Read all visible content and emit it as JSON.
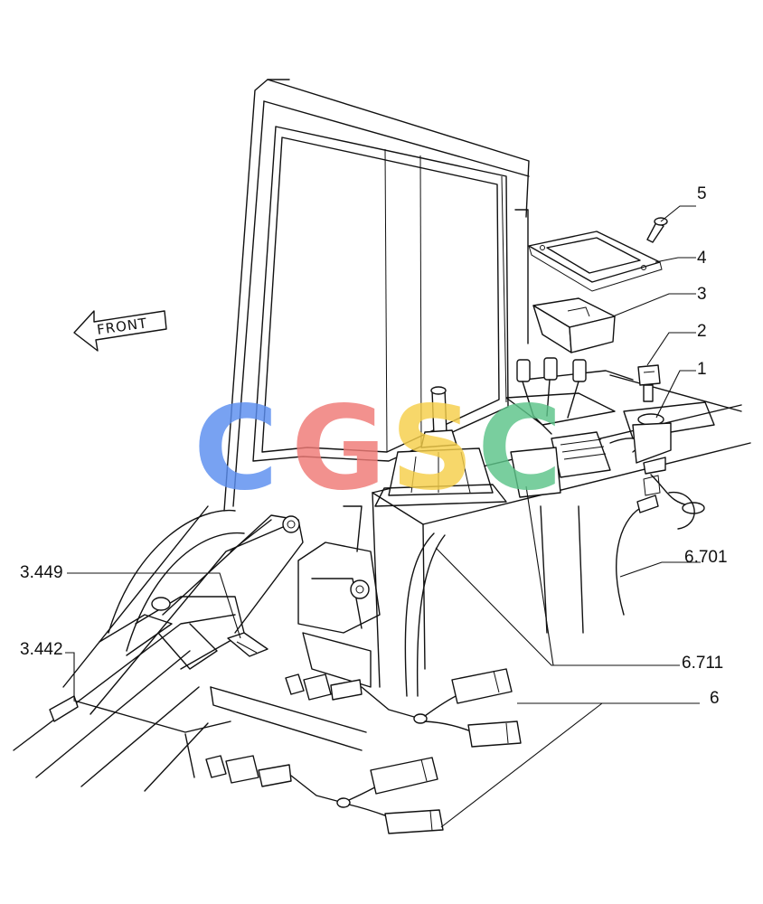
{
  "front_label": "FRONT",
  "watermark": {
    "letters": [
      "C",
      "G",
      "S",
      "C"
    ],
    "colors": [
      "#5b8ef0",
      "#f07a76",
      "#f6cf4a",
      "#5cc489"
    ]
  },
  "callouts": {
    "c1": "1",
    "c2": "2",
    "c3": "3",
    "c4": "4",
    "c5": "5",
    "c6": "6",
    "c6701": "6.701",
    "c6711": "6.711",
    "c3449": "3.449",
    "c3442": "3.442"
  }
}
